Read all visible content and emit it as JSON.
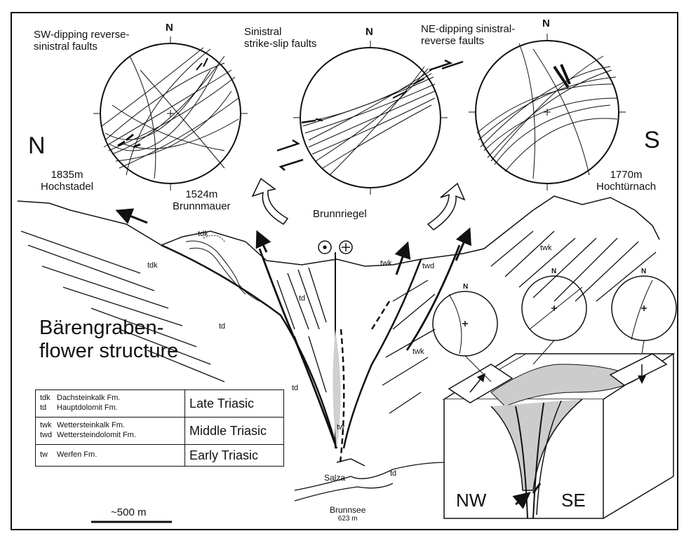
{
  "stereonets": {
    "left": {
      "north": "N",
      "caption": [
        "SW-dipping reverse-",
        "sinistral faults"
      ]
    },
    "middle": {
      "north": "N",
      "caption": [
        "Sinistral",
        "strike-slip faults"
      ]
    },
    "right": {
      "north": "N",
      "caption": [
        "NE-dipping sinistral-",
        "reverse faults"
      ]
    }
  },
  "orientation": {
    "left": "N",
    "right": "S"
  },
  "peaks": {
    "hochstadel": {
      "elev": "1835m",
      "name": "Hochstadel"
    },
    "brunnmauer": {
      "elev": "1524m",
      "name": "Brunnmauer"
    },
    "brunnriegel": {
      "name": "Brunnriegel"
    },
    "hochturnach": {
      "elev": "1770m",
      "name": "Hochtürnach"
    }
  },
  "units": {
    "tdk": "tdk",
    "td": "td",
    "twk": "twk",
    "twd": "twd",
    "tw": "tw"
  },
  "title": [
    "Bärengraben-",
    "flower structure"
  ],
  "legend": [
    {
      "rows": [
        [
          "tdk",
          "Dachsteinkalk Fm."
        ],
        [
          "td",
          "Hauptdolomit Fm."
        ]
      ],
      "age": "Late Triasic"
    },
    {
      "rows": [
        [
          "twk",
          "Wettersteinkalk Fm."
        ],
        [
          "twd",
          "Wettersteindolomit Fm."
        ]
      ],
      "age": "Middle Triasic"
    },
    {
      "rows": [
        [
          "tw",
          "Werfen Fm."
        ]
      ],
      "age": "Early Triasic"
    }
  ],
  "scale": "~500 m",
  "lake": {
    "river": "Salza",
    "name": "Brunnsee",
    "elev": "623 m"
  },
  "block": {
    "north": "N",
    "left": "NW",
    "right": "SE"
  }
}
